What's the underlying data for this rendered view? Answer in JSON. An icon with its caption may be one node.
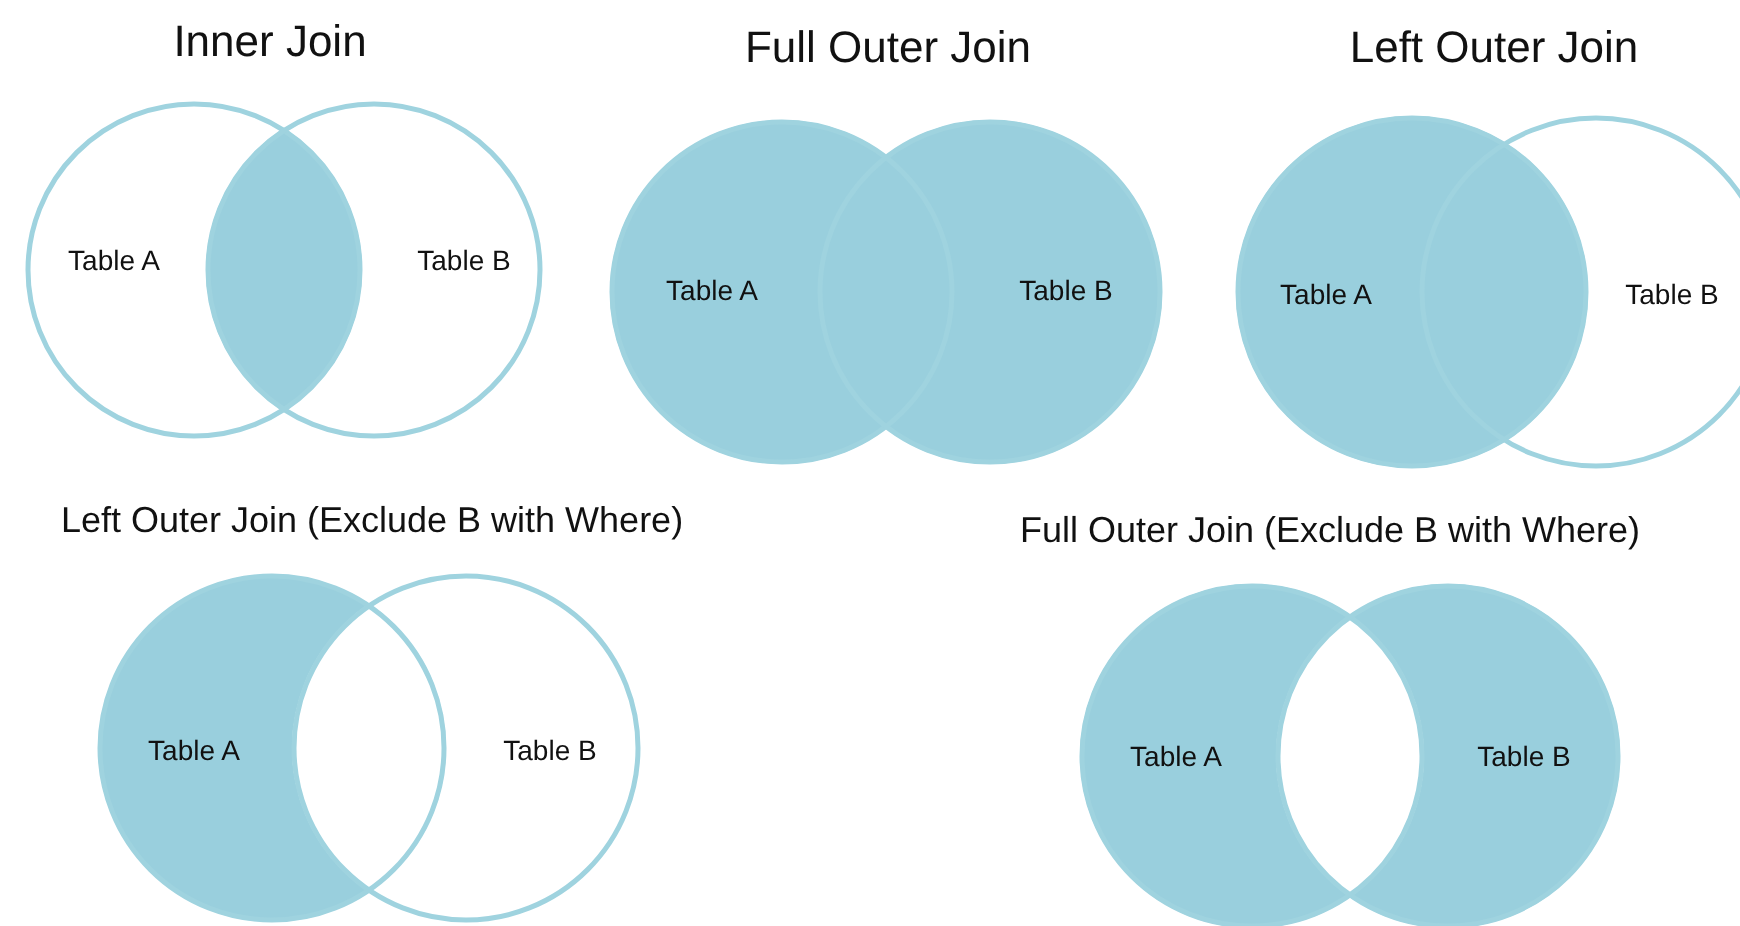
{
  "diagram": {
    "nodes": [
      {
        "text": [
          "Table A"
        ]
      },
      {
        "text": [
          "Table B"
        ]
      },
      {
        "text": [
          "Table A"
        ]
      },
      {
        "text": [
          "Table B"
        ]
      },
      {
        "text": [
          "Table A"
        ]
      },
      {
        "text": [
          "Table B"
        ]
      },
      {
        "text": [
          "Table A"
        ]
      },
      {
        "text": [
          "Table B"
        ]
      },
      {
        "text": [
          "Table A"
        ]
      },
      {
        "text": [
          "Table B"
        ]
      }
    ],
    "labels": [
      "Inner Join",
      "Full Outer Join",
      "Left Outer Join",
      "Left Outer Join (Exclude B with Where)",
      "Full Outer Join (Exclude B with Where)"
    ]
  }
}
